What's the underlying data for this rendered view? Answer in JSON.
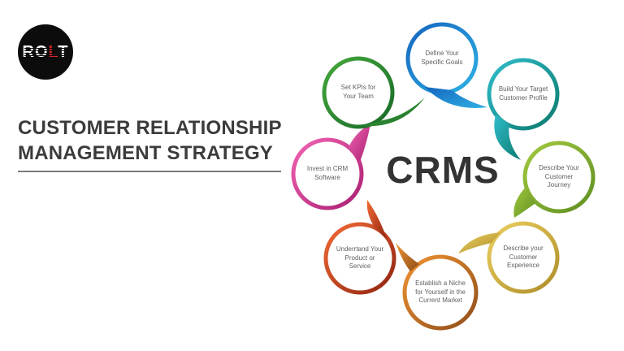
{
  "brand": {
    "name": "ROLT",
    "background": "#0c0c0c",
    "segments": [
      {
        "text": "RO",
        "color": "#ffffff"
      },
      {
        "text": "L",
        "color": "#d6252b"
      },
      {
        "text": "T",
        "color": "#ffffff"
      }
    ]
  },
  "header": {
    "title": "CUSTOMER RELATIONSHIP MANAGEMENT STRATEGY"
  },
  "diagram": {
    "center_label": "CRMS",
    "flow": "clockwise",
    "items": [
      {
        "label": "Define Your Specific Goals",
        "position": "top",
        "color_start": "#1565c0",
        "color_end": "#2fb1e3"
      },
      {
        "label": "Build Your Target Customer Profile",
        "position": "top-right",
        "color_start": "#2fbccb",
        "color_end": "#0c7a6d"
      },
      {
        "label": "Describe Your Customer Journey",
        "position": "right",
        "color_start": "#a3c93f",
        "color_end": "#5f8f22"
      },
      {
        "label": "Describe your Customer Experience",
        "position": "bottom-right",
        "color_start": "#ecd060",
        "color_end": "#ad8c28"
      },
      {
        "label": "Establish a Niche for Yourself in the Current Market",
        "position": "bottom",
        "color_start": "#f09433",
        "color_end": "#8f4d18"
      },
      {
        "label": "Underrtand Your Product or Service",
        "position": "bottom-left",
        "color_start": "#f26a35",
        "color_end": "#8f2410"
      },
      {
        "label": "Invest in CRM Software",
        "position": "left",
        "color_start": "#f264b2",
        "color_end": "#a91f72"
      },
      {
        "label": "Set KPIs for Your Team",
        "position": "top-left",
        "color_start": "#46a83c",
        "color_end": "#186a28"
      }
    ]
  }
}
